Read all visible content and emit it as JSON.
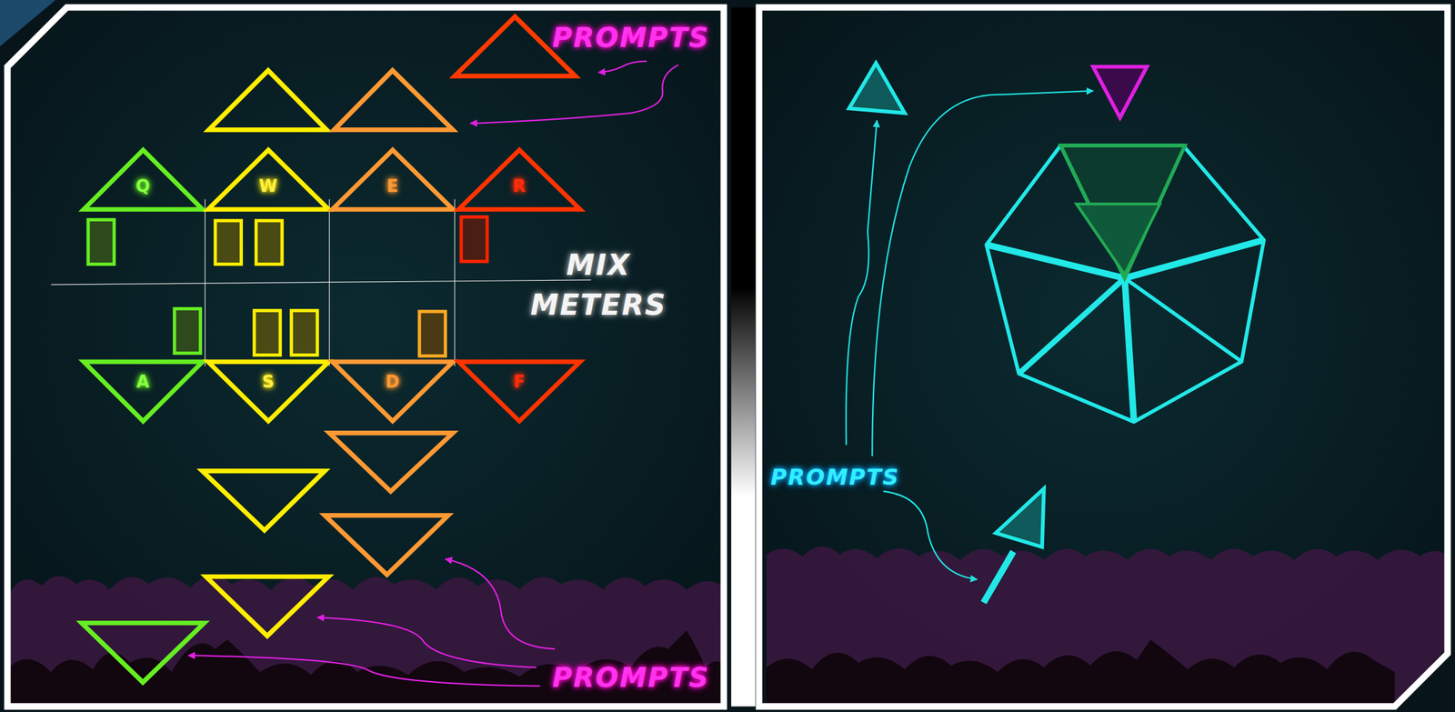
{
  "diagram": {
    "nodes": [
      {
        "text": [
          "Q"
        ]
      },
      {
        "text": [
          "W"
        ]
      },
      {
        "text": [
          "E"
        ]
      },
      {
        "text": [
          "R"
        ]
      },
      {
        "text": [
          "A"
        ]
      },
      {
        "text": [
          "S"
        ]
      },
      {
        "text": [
          "D"
        ]
      },
      {
        "text": [
          "F"
        ]
      }
    ],
    "labels": [
      "PROMPTS",
      "MIX",
      "METERS",
      "PROMPTS",
      "PROMPTS"
    ]
  }
}
